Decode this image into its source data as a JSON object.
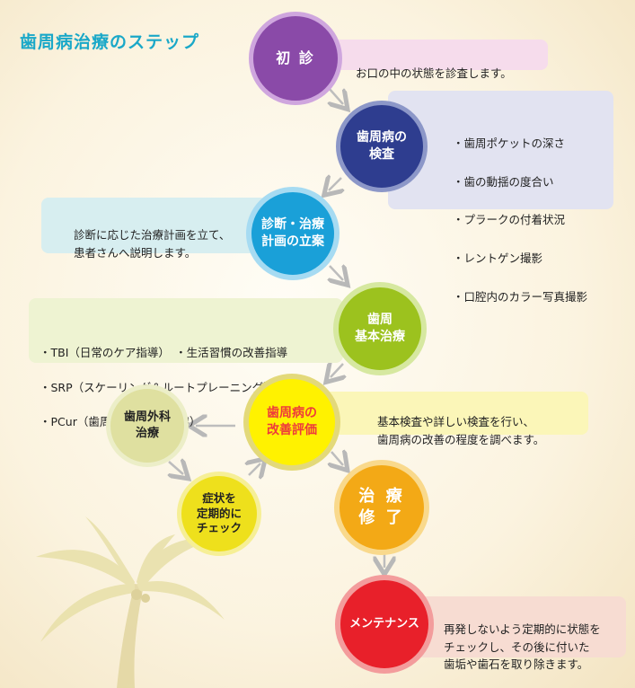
{
  "title": "歯周病治療のステップ",
  "steps": {
    "shoshin": {
      "label": "初 診",
      "note": "お口の中の状態を診査します。"
    },
    "kensa": {
      "label": "歯周病の\n検査",
      "items": [
        "・歯周ポケットの深さ",
        "・歯の動揺の度合い",
        "・プラークの付着状況",
        "・レントゲン撮影",
        "・口腔内のカラー写真撮影"
      ]
    },
    "keikaku": {
      "label": "診断・治療\n計画の立案",
      "note": "診断に応じた治療計画を立て、\n患者さんへ説明します。"
    },
    "kihon": {
      "label": "歯周\n基本治療",
      "items": [
        "・TBI（日常のケア指導）　・生活習慣の改善指導",
        "・SRP（スケーリング＆ルートプレーニング）",
        "・PCur（歯周ポケットそう爬）"
      ]
    },
    "hyoka": {
      "label": "歯周病の\n改善評価",
      "note": "基本検査や詳しい検査を行い、\n歯周病の改善の程度を調べます。"
    },
    "geka": {
      "label": "歯周外科\n治療"
    },
    "check": {
      "label": "症状を\n定期的に\nチェック"
    },
    "shuryo": {
      "label": "治 療\n修 了"
    },
    "maintenance": {
      "label": "メンテナンス",
      "note": "再発しないよう定期的に状態を\nチェックし、その後に付いた\n歯垢や歯石を取り除きます。"
    }
  }
}
